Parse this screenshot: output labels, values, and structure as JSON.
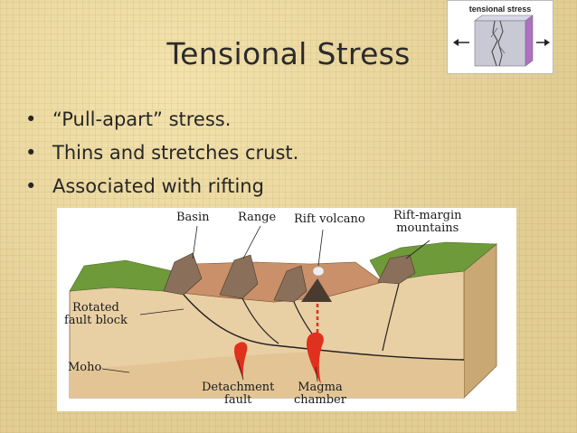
{
  "slide": {
    "title": "Tensional  Stress",
    "bullets": [
      "“Pull-apart” stress.",
      "Thins and stretches crust.",
      "Associated with rifting"
    ]
  },
  "thumbnail": {
    "label": "tensional stress"
  },
  "diagram": {
    "labels": {
      "basin": "Basin",
      "range": "Range",
      "rift_volcano": "Rift volcano",
      "rift_margin_line1": "Rift-margin",
      "rift_margin_line2": "mountains",
      "rotated_line1": "Rotated",
      "rotated_line2": "fault block",
      "moho": "Moho",
      "detachment_line1": "Detachment",
      "detachment_line2": "fault",
      "magma_line1": "Magma",
      "magma_line2": "chamber"
    }
  },
  "colors": {
    "background": "#e6d39a",
    "crust": "#e9cfa4",
    "basin_fill": "#c9906a",
    "grass": "#6e9a3a",
    "magma": "#e0301e"
  }
}
